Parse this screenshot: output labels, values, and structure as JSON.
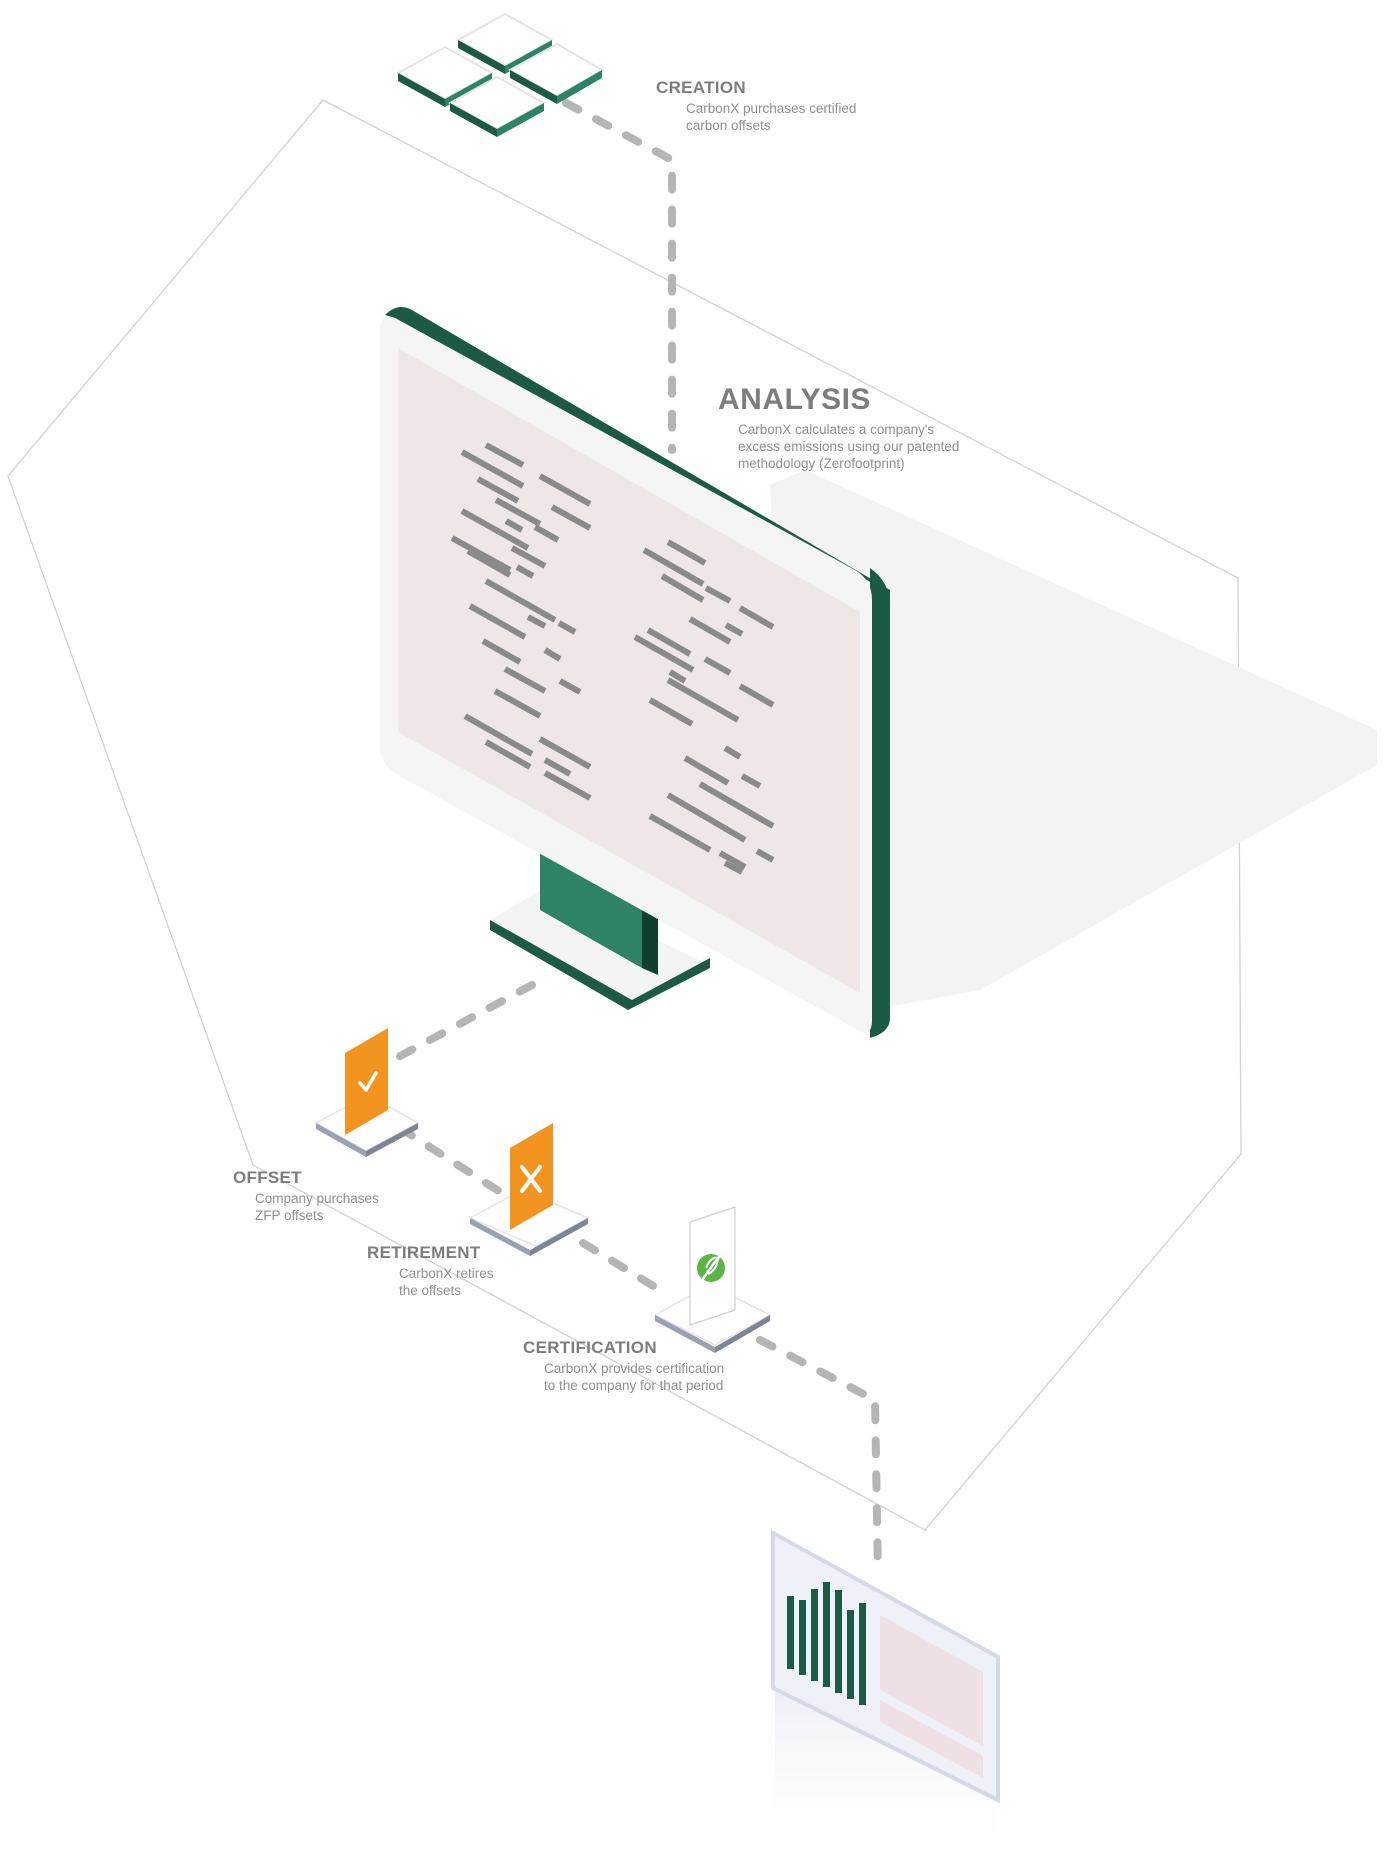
{
  "steps": {
    "creation": {
      "title": "CREATION",
      "desc": "CarbonX purchases certified\ncarbon offsets"
    },
    "analysis": {
      "title": "ANALYSIS",
      "desc": "CarbonX calculates a company's\nexcess emissions using our patented\nmethodology (Zerofootprint)"
    },
    "offset": {
      "title": "OFFSET",
      "desc": "Company purchases\nZFP offsets"
    },
    "retirement": {
      "title": "RETIREMENT",
      "desc": "CarbonX retires\nthe offsets"
    },
    "certification": {
      "title": "CERTIFICATION",
      "desc": "CarbonX provides certification\nto the company for that period"
    }
  },
  "icons": {
    "offset": "checkmark-icon",
    "retirement": "x-mark-icon",
    "certification": "leaf-certificate-icon"
  },
  "colors": {
    "dark_green": "#1c5a45",
    "green": "#2e8266",
    "orange": "#f39420",
    "leaf_green": "#5bb545",
    "text_gray": "#7d7d7d",
    "dash_gray": "#b5b5b5"
  }
}
